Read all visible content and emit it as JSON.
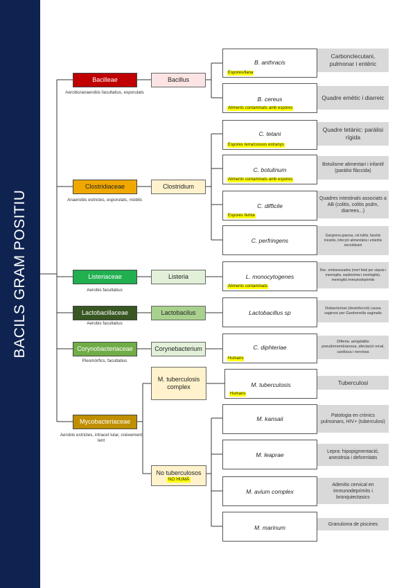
{
  "title": "BACILS GRAM POSITIU",
  "families": [
    {
      "label": "Bacilleae",
      "desc": "Aerobis/anaerobis facultatius, esporulats",
      "genus": "Bacillus"
    },
    {
      "label": "Clostridiaceae",
      "desc": "Anaerobis estrictes, esporulats, mòbils",
      "genus": "Clostridium"
    },
    {
      "label": "Listeriaceae",
      "desc": "Aerobis facultatius",
      "genus": "Listeria"
    },
    {
      "label": "Lactobacillaceae",
      "desc": "Aerobis facultatius",
      "genus": "Lactobacilus"
    },
    {
      "label": "Corynobacteriaceae",
      "desc": "Pleomòrfics, facultatius",
      "genus": "Corynebacterium"
    },
    {
      "label": "Mycobacteriaceae",
      "desc": "Aerobis estrictes, intracel·lular, creixement lent",
      "genus": "M. tuberculosis complex",
      "genus2": "No tuberculosos",
      "genus2_note": "NO HUMÀ"
    }
  ],
  "species": [
    {
      "name": "B. anthracis",
      "note": "Espores/llana",
      "disease": "Carbonclecutani, pulmonar i entèric"
    },
    {
      "name": "B. cereus",
      "note": "Aliments contaminats amb espores",
      "disease": "Quadre emètic i diarreic"
    },
    {
      "name": "C. tetani",
      "note": "Espores terra/cossos estranys",
      "disease": "Quadre tetànic: paràlisi rígida"
    },
    {
      "name": "C. botulinum",
      "note": "Aliments contaminats amb espores",
      "disease": "Botulisme alimentari i infantil (paràlisi flàccida)"
    },
    {
      "name": "C. difficile",
      "note": "Espores femta",
      "disease": "Quadres intestinals associats a AB (colitis, colitis psdm, diarrees...)"
    },
    {
      "name": "C. perfringens",
      "note": "",
      "disease": "Gangrena gasosa, cel·lulitis, fascitis miositis, infecció alimentària i enteritis necrotitzant"
    },
    {
      "name": "L. monocytogenes",
      "note": "Aliments contaminats",
      "disease": "Rec. embarassades (mort fetal per sèpsia i meningitis, sepiticèmia i meningitis), meningitis immunodeprimits"
    },
    {
      "name": "Lactobacillus sp",
      "note": "",
      "disease": "Disbacteriosi (desinfecció) causa vaginosi per Gardnerella vaginalis"
    },
    {
      "name": "C. diphteriae",
      "note": "Humans",
      "disease": "Difteria: amigdalitis pseudomembranosa, afectació renal, cardíaca i nerviosa"
    },
    {
      "name": "M. tuberculosis",
      "note": "Humans",
      "disease": "Tuberculosi"
    },
    {
      "name": "M. kansaii",
      "note": "",
      "disease": "Patologia en crònics pulmonars, HIV+ (tuberculosi)"
    },
    {
      "name": "M. leaprae",
      "note": "",
      "disease": "Lepra: hipopigmentació, anestèsia i deformitats"
    },
    {
      "name": "M. avium complex",
      "note": "",
      "disease": "Adenitis cervical en immunodeprimits i bronquiectasics"
    },
    {
      "name": "M. marinum",
      "note": "",
      "disease": "Granuloma de piscines"
    }
  ]
}
